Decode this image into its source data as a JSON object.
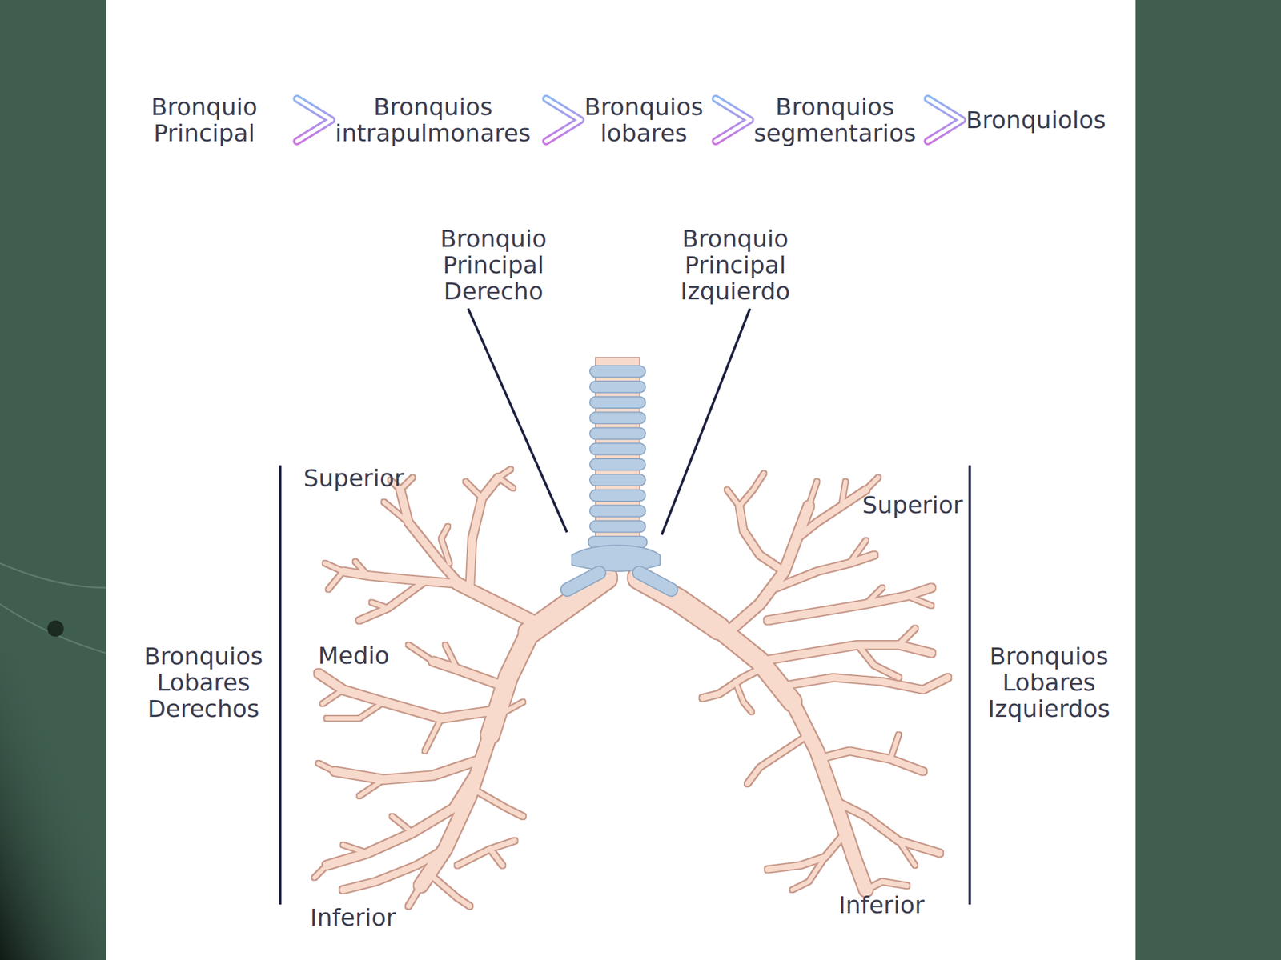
{
  "diagram": {
    "nodes": [
      {
        "text": [
          "Bronquio Principal"
        ]
      },
      {
        "text": [
          "Bronquios intrapulmonares"
        ]
      },
      {
        "text": [
          "Bronquios lobares"
        ]
      },
      {
        "text": [
          "Bronquios segmentarios"
        ]
      },
      {
        "text": [
          "Bronquiolos"
        ]
      }
    ],
    "edges": [
      {
        "from": 0,
        "to": 1,
        "arrow": "to"
      },
      {
        "from": 1,
        "to": 2,
        "arrow": "to"
      },
      {
        "from": 2,
        "to": 3,
        "arrow": "to"
      },
      {
        "from": 3,
        "to": 4,
        "arrow": "to"
      }
    ],
    "labels": [
      "Bronquio Principal Derecho",
      "Bronquio Principal Izquierdo",
      "Superior",
      "Superior",
      "Bronquios Lobares Derechos",
      "Medio",
      "Bronquios Lobares Izquierdos",
      "Inferior",
      "Inferior"
    ]
  }
}
